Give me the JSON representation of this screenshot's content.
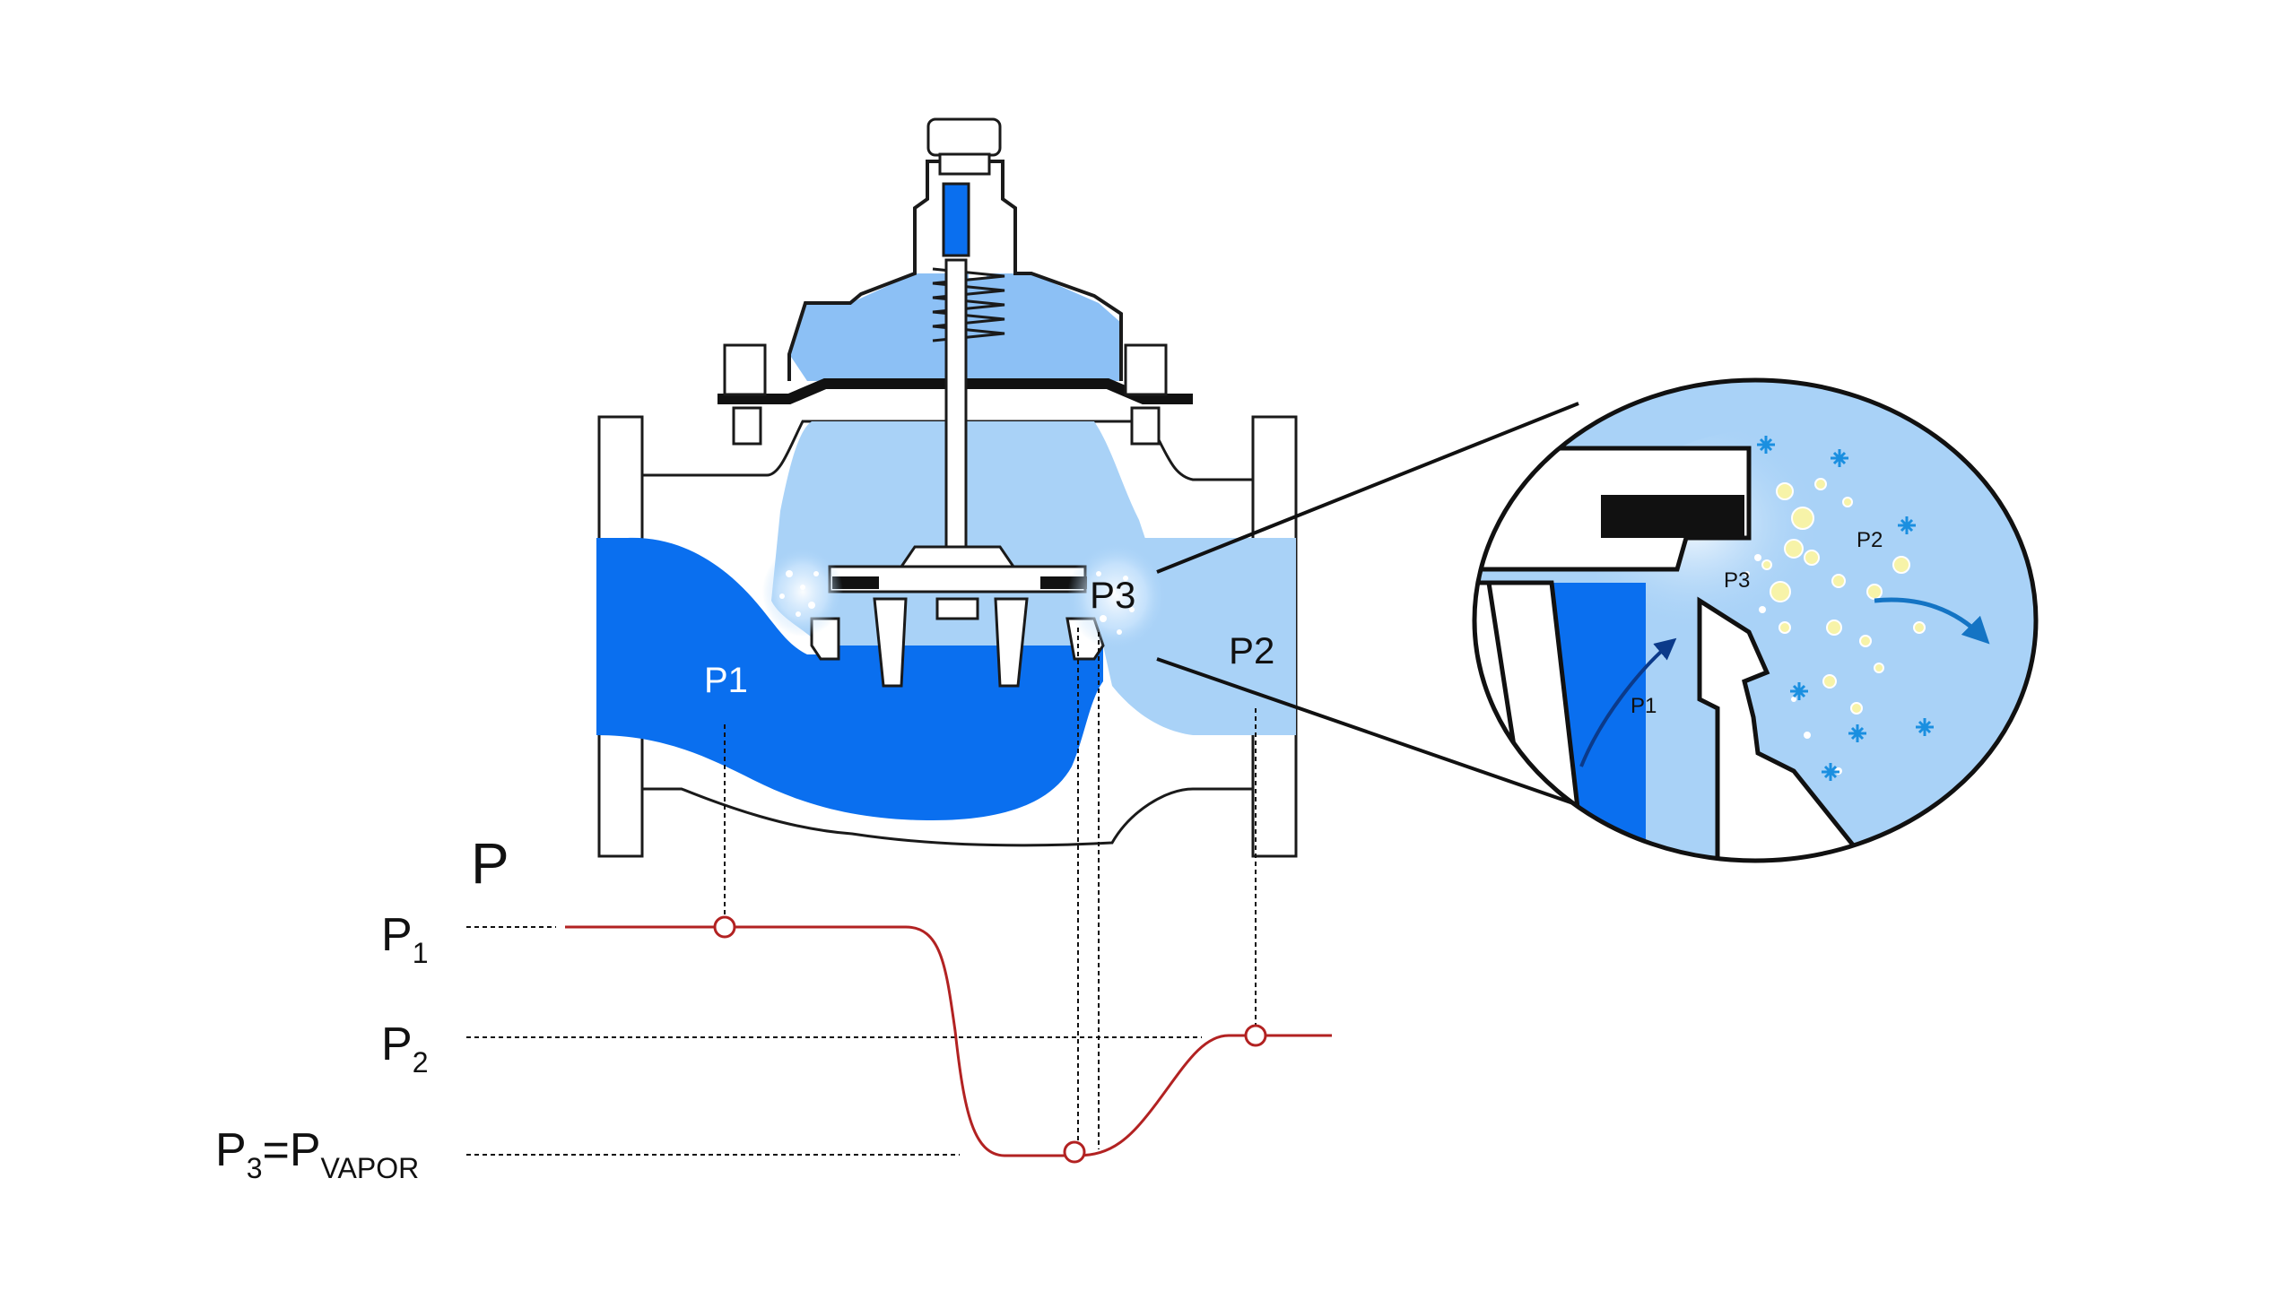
{
  "valve": {
    "inlet_label": "P1",
    "seat_label": "P3",
    "outlet_label": "P2"
  },
  "zoom": {
    "inlet_label": "P1",
    "seat_label": "P3",
    "outlet_label": "P2"
  },
  "graph": {
    "axis_label": "P",
    "levels": [
      {
        "base": "P",
        "sub": "1"
      },
      {
        "base": "P",
        "sub": "2"
      },
      {
        "base": "P",
        "sub": "3",
        "eq": "=P",
        "sub2": "VAPOR"
      }
    ]
  },
  "colors": {
    "high_pressure_water": "#0a6fef",
    "low_pressure_water": "#a9d2f7",
    "bonnet_water": "#8cc0f5",
    "steel_outline": "#1a1a1a",
    "pressure_curve": "#b22222",
    "bubble": "#f7f3a8"
  }
}
